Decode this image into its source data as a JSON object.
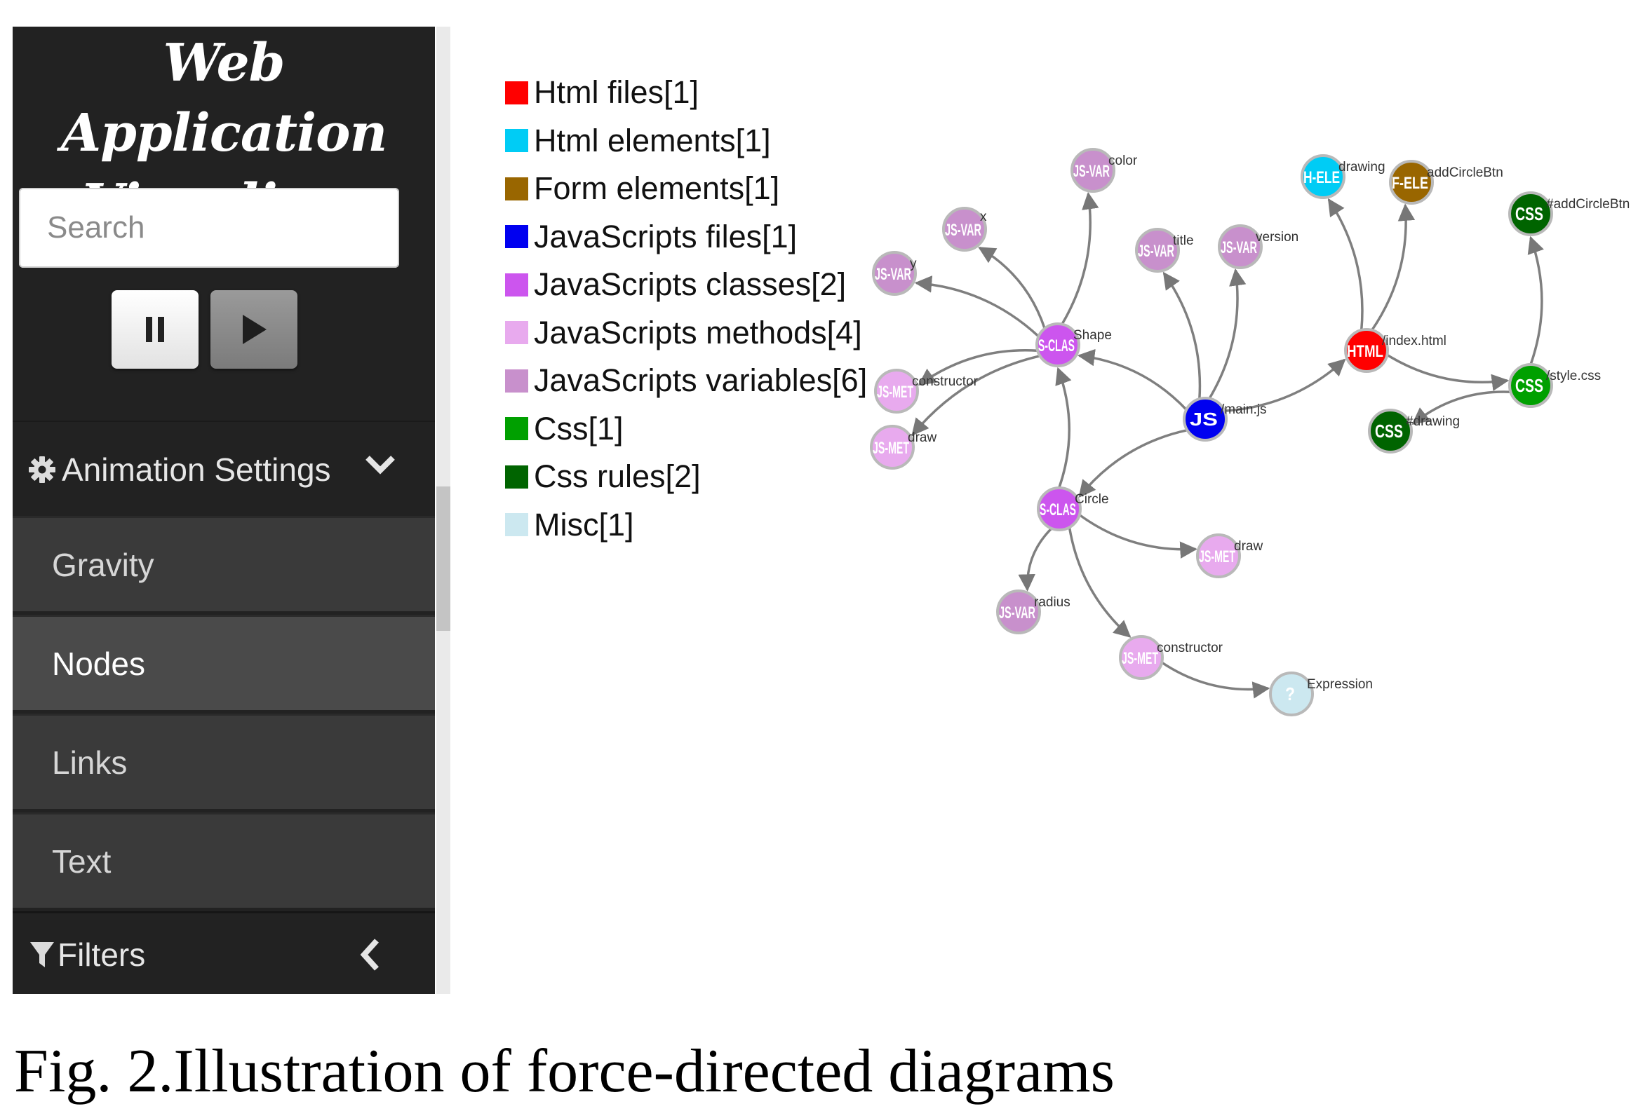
{
  "app": {
    "title_line1": "Web Application",
    "title_line2": "Visualizer"
  },
  "search": {
    "placeholder": "Search",
    "value": ""
  },
  "icons": {
    "search": "search-icon",
    "pause": "pause-icon",
    "play": "play-icon",
    "settings": "gear-icon",
    "expand": "chevron-down-icon",
    "filter": "filter-icon",
    "collapse": "chevron-left-icon"
  },
  "animation_settings": {
    "label": "Animation Settings",
    "items": [
      {
        "label": "Gravity",
        "active": false
      },
      {
        "label": "Nodes",
        "active": true
      },
      {
        "label": "Links",
        "active": false
      },
      {
        "label": "Text",
        "active": false
      }
    ]
  },
  "filters": {
    "label": "Filters"
  },
  "legend": [
    {
      "label": "Html files[1]",
      "color": "#ff0000"
    },
    {
      "label": "Html elements[1]",
      "color": "#00ccf5"
    },
    {
      "label": "Form elements[1]",
      "color": "#996600"
    },
    {
      "label": "JavaScripts files[1]",
      "color": "#0000f0"
    },
    {
      "label": "JavaScripts classes[2]",
      "color": "#cc55ee"
    },
    {
      "label": "JavaScripts methods[4]",
      "color": "#e8aaee"
    },
    {
      "label": "JavaScripts variables[6]",
      "color": "#c890cc"
    },
    {
      "label": "Css[1]",
      "color": "#00a000"
    },
    {
      "label": "Css rules[2]",
      "color": "#006400"
    },
    {
      "label": "Misc[1]",
      "color": "#cce8f0"
    }
  ],
  "graph": {
    "nodes": [
      {
        "id": "html",
        "badge": "HTML",
        "label": "/index.html",
        "color": "#ff0000"
      },
      {
        "id": "hele",
        "badge": "H-ELE",
        "label": "drawing",
        "color": "#00ccf5"
      },
      {
        "id": "fele",
        "badge": "F-ELE",
        "label": "addCircleBtn",
        "color": "#996600"
      },
      {
        "id": "css",
        "badge": "CSS",
        "label": "/style.css",
        "color": "#00a000"
      },
      {
        "id": "cssr1",
        "badge": "CSS",
        "label": "#addCircleBtn",
        "color": "#006400"
      },
      {
        "id": "cssr2",
        "badge": "CSS",
        "label": "#drawing",
        "color": "#006400"
      },
      {
        "id": "js",
        "badge": "JS",
        "label": "/main.js",
        "color": "#0000f0"
      },
      {
        "id": "title",
        "badge": "JS-VAR",
        "label": "title",
        "color": "#c890cc"
      },
      {
        "id": "version",
        "badge": "JS-VAR",
        "label": "version",
        "color": "#c890cc"
      },
      {
        "id": "shape",
        "badge": "S-CLAS",
        "label": "Shape",
        "color": "#cc55ee"
      },
      {
        "id": "color",
        "badge": "JS-VAR",
        "label": "color",
        "color": "#c890cc"
      },
      {
        "id": "x",
        "badge": "JS-VAR",
        "label": "x",
        "color": "#c890cc"
      },
      {
        "id": "y",
        "badge": "JS-VAR",
        "label": "y",
        "color": "#c890cc"
      },
      {
        "id": "sctor",
        "badge": "JS-MET",
        "label": "constructor",
        "color": "#e8aaee"
      },
      {
        "id": "sdraw",
        "badge": "JS-MET",
        "label": "draw",
        "color": "#e8aaee"
      },
      {
        "id": "circle",
        "badge": "S-CLAS",
        "label": "Circle",
        "color": "#cc55ee"
      },
      {
        "id": "cdraw",
        "badge": "JS-MET",
        "label": "draw",
        "color": "#e8aaee"
      },
      {
        "id": "radius",
        "badge": "JS-VAR",
        "label": "radius",
        "color": "#c890cc"
      },
      {
        "id": "cctor",
        "badge": "JS-MET",
        "label": "constructor",
        "color": "#e8aaee"
      },
      {
        "id": "expr",
        "badge": "?",
        "label": "Expression",
        "color": "#cce8f0"
      }
    ],
    "links": [
      {
        "from": "html",
        "to": "hele"
      },
      {
        "from": "html",
        "to": "fele"
      },
      {
        "from": "html",
        "to": "css"
      },
      {
        "from": "css",
        "to": "cssr1"
      },
      {
        "from": "css",
        "to": "cssr2"
      },
      {
        "from": "js",
        "to": "html"
      },
      {
        "from": "js",
        "to": "title"
      },
      {
        "from": "js",
        "to": "version"
      },
      {
        "from": "js",
        "to": "shape"
      },
      {
        "from": "js",
        "to": "circle"
      },
      {
        "from": "shape",
        "to": "color"
      },
      {
        "from": "shape",
        "to": "x"
      },
      {
        "from": "shape",
        "to": "y"
      },
      {
        "from": "shape",
        "to": "sctor"
      },
      {
        "from": "shape",
        "to": "sdraw"
      },
      {
        "from": "circle",
        "to": "shape"
      },
      {
        "from": "circle",
        "to": "cdraw"
      },
      {
        "from": "circle",
        "to": "radius"
      },
      {
        "from": "circle",
        "to": "cctor"
      },
      {
        "from": "cctor",
        "to": "expr"
      }
    ]
  },
  "caption": {
    "fig": "Fig. 2.",
    "text": "Illustration of force-directed diagrams"
  }
}
